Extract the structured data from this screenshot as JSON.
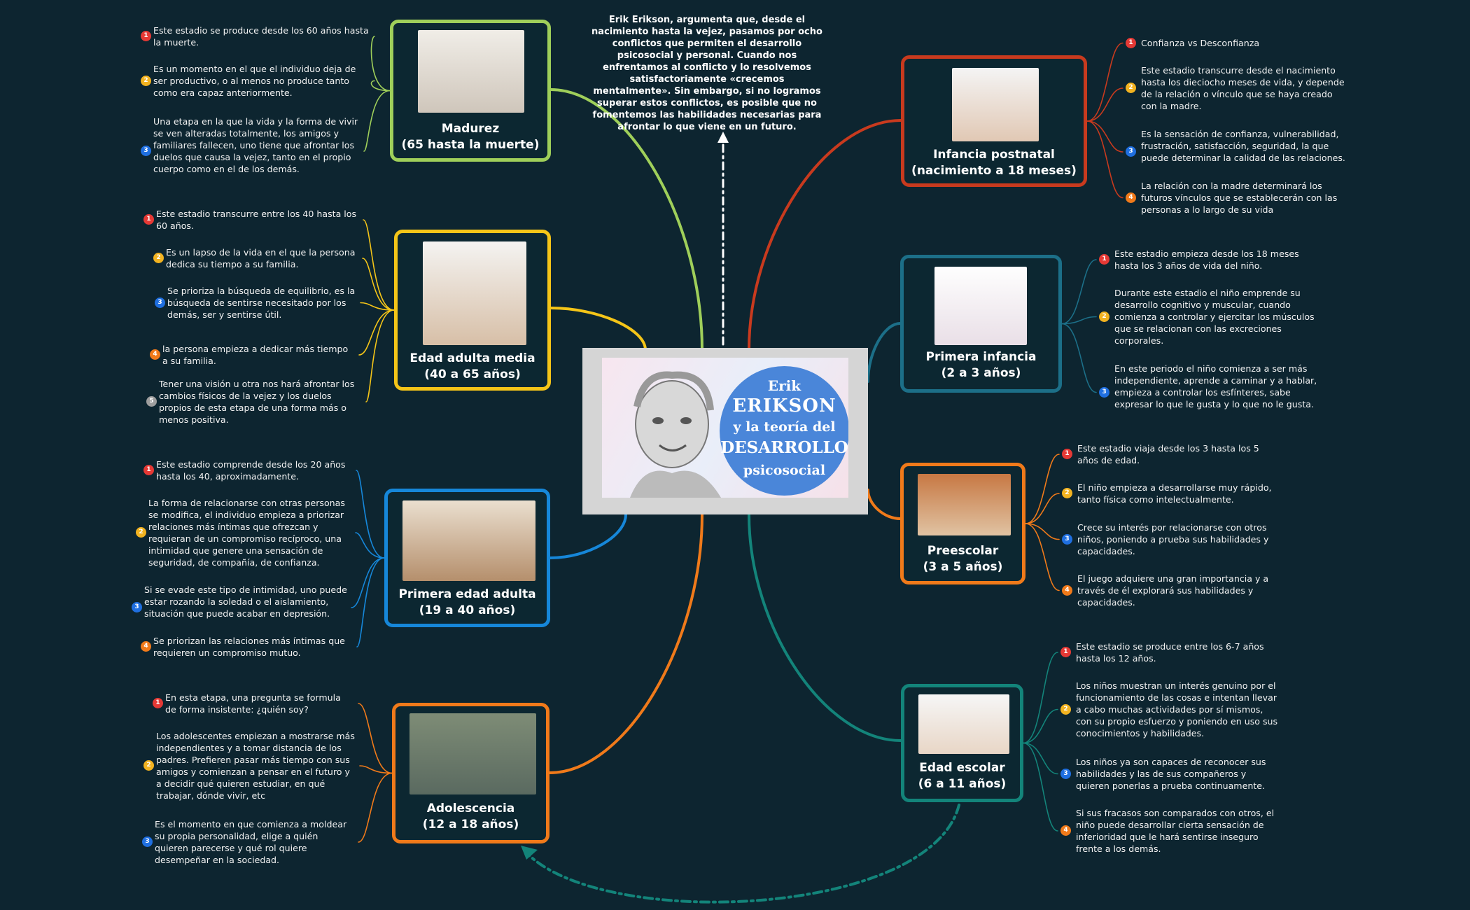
{
  "intro": "Erik Erikson,  argumenta que, desde el nacimiento hasta la vejez, pasamos por ocho conflictos que permiten el desarrollo psicosocial y personal. Cuando nos enfrentamos al conflicto y lo resolvemos satisfactoriamente «crecemos mentalmente». Sin embargo, si no logramos superar estos conflictos, es posible que no fomentemos las habilidades necesarias para afrontar lo que viene en un futuro.",
  "center": {
    "line1": "Erik",
    "line2": "ERIKSON",
    "line3": "y la teoría del",
    "line4": "DESARROLLO",
    "line5": "psicosocial"
  },
  "colors": {
    "background": "#0d2530",
    "green": "#9fcf5a",
    "yellow": "#f5c518",
    "blue": "#1687d9",
    "orange": "#f07a1a",
    "red": "#c83a1e",
    "teal": "#1c6f88",
    "darkteal": "#13847a"
  },
  "stages": [
    {
      "id": "madurez",
      "title": [
        "Madurez",
        "(65 hasta la muerte)"
      ],
      "notes": [
        "Este estadio se produce desde los 60 años hasta la muerte.",
        "Es un momento en el que el individuo deja de ser productivo, o al menos no produce tanto como era capaz anteriormente.",
        "Una etapa en la que la vida y la forma de vivir se ven alteradas totalmente, los amigos y familiares fallecen, uno tiene que afrontar los duelos que causa la vejez, tanto en el propio cuerpo como en el de los demás."
      ]
    },
    {
      "id": "adulta-media",
      "title": [
        "Edad adulta media",
        "(40 a 65 años)"
      ],
      "notes": [
        "Este estadio transcurre entre los 40 hasta los 60 años.",
        "Es un lapso de la vida en el que la persona dedica su tiempo a su familia.",
        "Se prioriza la búsqueda de equilibrio, es la búsqueda de sentirse necesitado por los demás, ser y sentirse útil.",
        "la persona empieza a dedicar más tiempo a su familia.",
        "Tener una visión u otra nos hará afrontar los cambios físicos de la vejez y los duelos propios de esta etapa de una forma más o menos positiva."
      ]
    },
    {
      "id": "primera-adulta",
      "title": [
        "Primera edad adulta",
        "(19 a 40 años)"
      ],
      "notes": [
        "Este estadio comprende desde los 20 años hasta los 40, aproximadamente.",
        "La forma de relacionarse con otras personas se modifica, el individuo empieza a priorizar relaciones más íntimas que ofrezcan y requieran de un compromiso recíproco, una intimidad que genere una sensación de seguridad, de compañía, de confianza.",
        "Si se evade este tipo de intimidad, uno puede estar rozando la soledad o el aislamiento, situación que puede acabar en depresión.",
        "Se priorizan las relaciones más íntimas que requieren un compromiso mutuo."
      ]
    },
    {
      "id": "adolescencia",
      "title": [
        "Adolescencia",
        "(12 a 18 años)"
      ],
      "notes": [
        "En esta etapa, una pregunta se formula de forma insistente: ¿quién soy?",
        "Los adolescentes empiezan a mostrarse más independientes y a tomar distancia de los padres. Prefieren pasar más tiempo con sus amigos y comienzan a pensar en el futuro y a decidir qué quieren estudiar, en qué trabajar, dónde vivir, etc",
        "Es el momento en que comienza a moldear su propia personalidad, elige a quién quieren parecerse y qué rol quiere desempeñar en la sociedad."
      ]
    },
    {
      "id": "infancia-postnatal",
      "title": [
        "Infancia postnatal",
        "(nacimiento a 18 meses)"
      ],
      "notes": [
        "Confianza vs Desconfianza",
        "Este estadio transcurre desde el nacimiento hasta los dieciocho meses de vida, y depende de la relación o vínculo que se haya creado con la madre.",
        "Es la sensación de confianza, vulnerabilidad, frustración, satisfacción, seguridad, la que puede determinar la calidad de las relaciones.",
        "La relación con la madre determinará los futuros vínculos que se establecerán con las personas a lo largo de su vida"
      ]
    },
    {
      "id": "primera-infancia",
      "title": [
        "Primera infancia",
        "(2 a 3 años)"
      ],
      "notes": [
        "Este estadio empieza desde los 18 meses hasta los 3 años de vida del niño.",
        "Durante este estadio el niño emprende su desarrollo cognitivo y muscular, cuando comienza a controlar y ejercitar los músculos que se relacionan con las excreciones corporales.",
        "En este periodo el niño comienza a ser más independiente, aprende a caminar y a hablar, empieza a controlar los esfínteres, sabe expresar lo que le gusta y lo que no le gusta."
      ]
    },
    {
      "id": "preescolar",
      "title": [
        "Preescolar",
        "(3 a 5 años)"
      ],
      "notes": [
        "Este estadio viaja desde los 3 hasta los 5 años de edad.",
        "El niño empieza a desarrollarse muy rápido, tanto física como intelectualmente.",
        "Crece su interés por relacionarse con otros niños, poniendo a prueba sus habilidades y capacidades.",
        "El juego adquiere una gran importancia y a través de él explorará sus habilidades y capacidades."
      ]
    },
    {
      "id": "edad-escolar",
      "title": [
        "Edad escolar",
        "(6 a 11 años)"
      ],
      "notes": [
        "Este estadio se produce entre los 6-7 años hasta los 12 años.",
        "Los niños muestran un interés genuino por el funcionamiento de las cosas e intentan llevar a cabo muchas actividades por sí mismos, con su propio esfuerzo y poniendo en uso sus conocimientos y habilidades.",
        "Los niños ya son capaces de reconocer sus habilidades y las de sus compañeros y quieren ponerlas a prueba continuamente.",
        "Si sus fracasos son comparados con otros, el niño puede desarrollar cierta sensación de inferioridad que le hará sentirse inseguro frente a los demás."
      ]
    }
  ]
}
